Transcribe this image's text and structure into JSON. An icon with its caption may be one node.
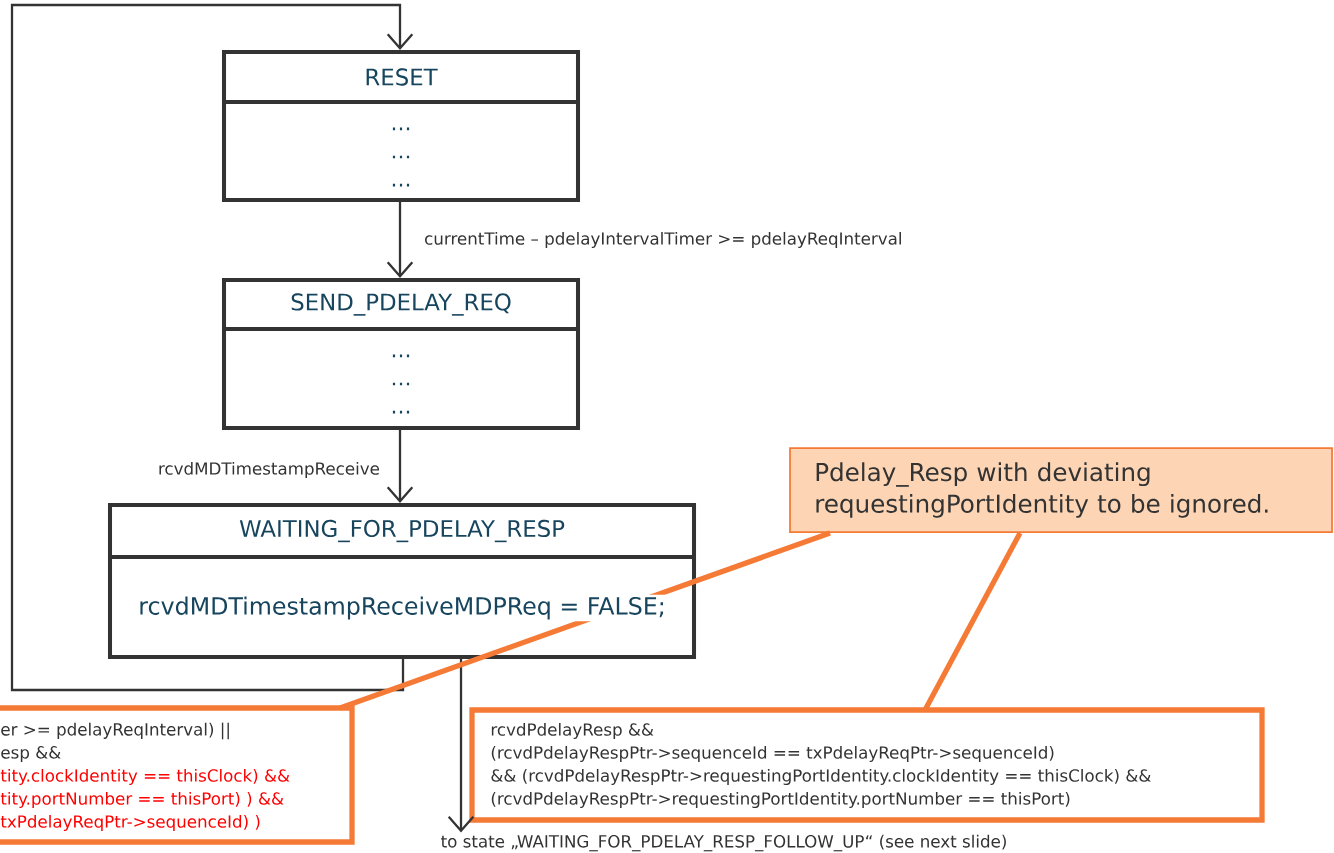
{
  "diagram": {
    "nodes": [
      {
        "text": [
          "RESET",
          "… … …"
        ]
      },
      {
        "text": [
          "SEND_PDELAY_REQ",
          "… … …"
        ]
      },
      {
        "text": [
          "WAITING_FOR_PDELAY_RESP",
          "rcvdMDTimestampReceiveMDPReq = FALSE;"
        ]
      },
      {
        "text": [
          "er >= pdelayReqInterval) ||",
          "esp &&",
          "tity.clockIdentity == thisClock) &&",
          "tity.portNumber == thisPort) ) &&",
          "txPdelayReqPtr->sequenceId) )"
        ]
      },
      {
        "text": [
          "rcvdPdelayResp &&",
          "(rcvdPdelayRespPtr->sequenceId == txPdelayReqPtr->sequenceId)",
          "&& (rcvdPdelayRespPtr->requestingPortIdentity.clockIdentity == thisClock) &&",
          "(rcvdPdelayRespPtr->requestingPortIdentity.portNumber == thisPort)"
        ]
      },
      {
        "text": [
          "Pdelay_Resp with deviating requestingPortIdentity to be ignored."
        ]
      },
      {
        "text": [
          "to state „WAITING_FOR_PDELAY_RESP_FOLLOW_UP“ (see next slide)"
        ]
      }
    ],
    "edges": [
      {
        "from": 2,
        "to": 0,
        "arrow": "to"
      },
      {
        "from": 0,
        "to": 1,
        "arrow": "to",
        "label": "currentTime – pdelayIntervalTimer >= pdelayReqInterval"
      },
      {
        "from": 1,
        "to": 2,
        "arrow": "to",
        "label": "rcvdMDTimestampReceive"
      },
      {
        "from": 2,
        "to": 6,
        "arrow": "to"
      },
      {
        "from": 5,
        "to": 3,
        "arrow": "none",
        "style": "thick",
        "color": "#f57a35"
      },
      {
        "from": 5,
        "to": 4,
        "arrow": "none",
        "style": "thick",
        "color": "#f57a35"
      }
    ]
  }
}
